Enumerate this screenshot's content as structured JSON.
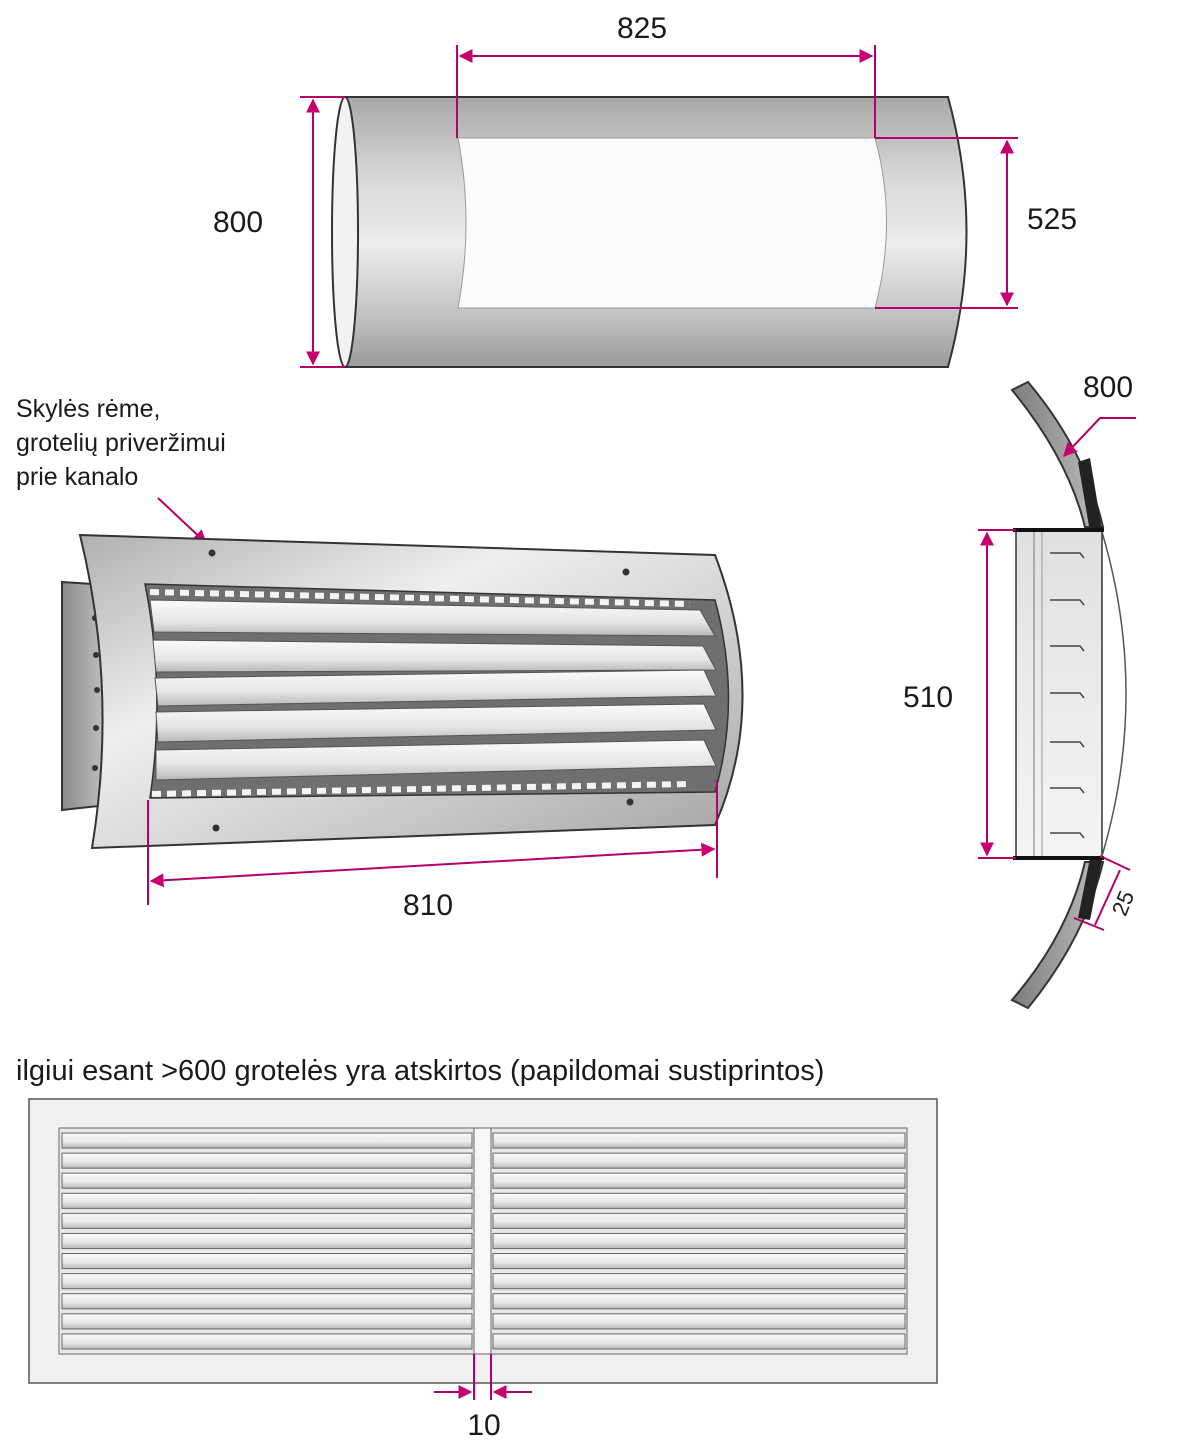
{
  "colors": {
    "dimension": "#b5006b",
    "metal": "#c9c9c9",
    "outline": "#333333"
  },
  "duct": {
    "width_label": "825",
    "diameter_label": "800",
    "opening_height_label": "525"
  },
  "grille": {
    "note_line1": "Skylės rėme,",
    "note_line2": "grotelių priveržimui",
    "note_line3": "prie kanalo",
    "length_label": "810"
  },
  "side_view": {
    "diameter_label": "800",
    "height_label": "510",
    "flange_label": "25"
  },
  "split_grille": {
    "caption": "ilgiui esant >600 grotelės yra atskirtos (papildomai sustiprintos)",
    "gap_label": "10"
  }
}
